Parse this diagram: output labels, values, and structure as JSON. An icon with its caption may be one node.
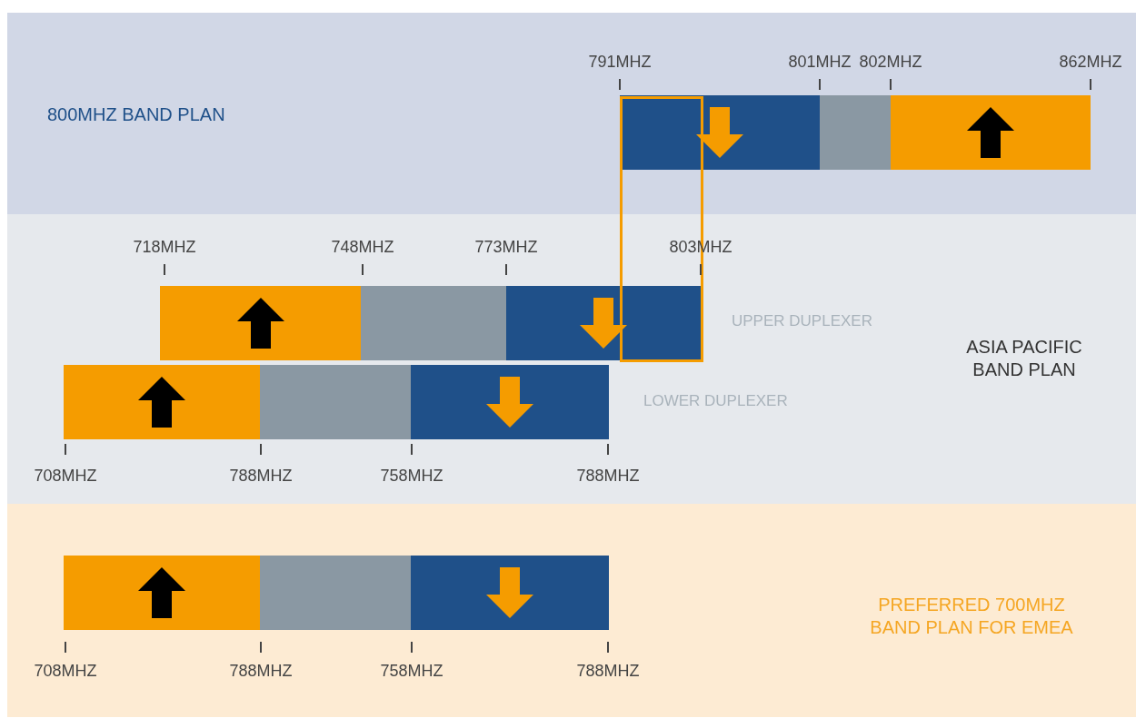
{
  "diagram": {
    "labels": [
      "791MHZ",
      "801MHZ",
      "802MHZ",
      "862MHZ",
      "800MHZ BAND PLAN",
      "718MHZ",
      "748MHZ",
      "773MHZ",
      "803MHZ",
      "UPPER DUPLEXER",
      "ASIA PACIFIC BAND PLAN",
      "LOWER DUPLEXER",
      "708MHZ",
      "788MHZ",
      "758MHZ",
      "788MHZ",
      "PREFERRED 700MHZ BAND PLAN FOR EMEA",
      "708MHZ",
      "788MHZ",
      "758MHZ",
      "788MHZ"
    ]
  }
}
